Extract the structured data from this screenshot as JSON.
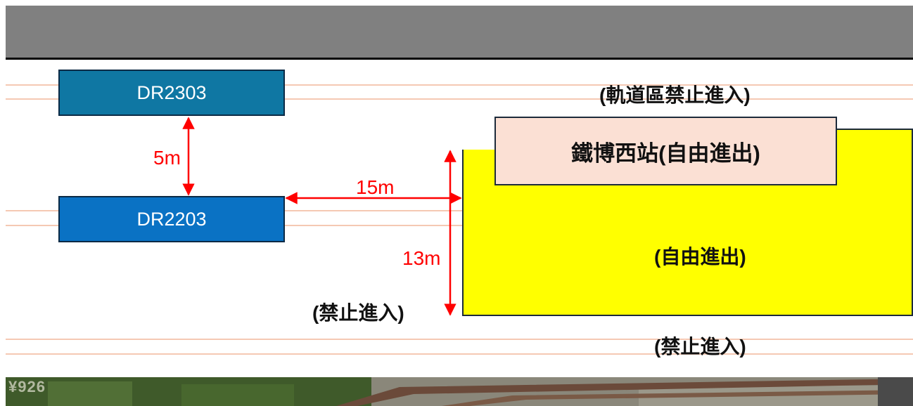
{
  "boxes": {
    "dr2303": "DR2303",
    "dr2203": "DR2203",
    "station": "鐵博西站(自由進出)"
  },
  "labels": {
    "track_area": "(軌道區禁止進入)",
    "free_area": "(自由進出)",
    "no_entry_left": "(禁止進入)",
    "no_entry_bottom": "(禁止進入)"
  },
  "measurements": {
    "vertical_gap": "5m",
    "horizontal_gap": "15m",
    "station_depth": "13m"
  },
  "watermark": "¥926",
  "colors": {
    "header": "#808080",
    "track_line": "#f5c9b3",
    "dr2303_fill": "#0f77a3",
    "dr2203_fill": "#0a72c4",
    "free_zone": "#ffff00",
    "station_fill": "#fbe0d4",
    "dimension": "#ff0000"
  }
}
